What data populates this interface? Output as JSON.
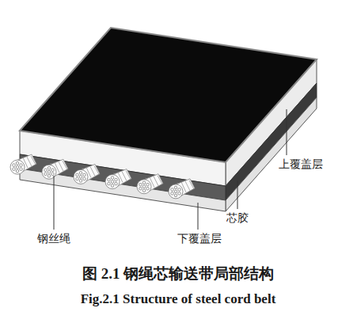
{
  "diagram": {
    "caption": "图 2.1  钢绳芯输送带局部结构",
    "labels": [
      "上覆盖层",
      "芯胶",
      "钢丝绳",
      "下覆盖层",
      "Fig.2.1 Structure of steel cord belt"
    ]
  }
}
